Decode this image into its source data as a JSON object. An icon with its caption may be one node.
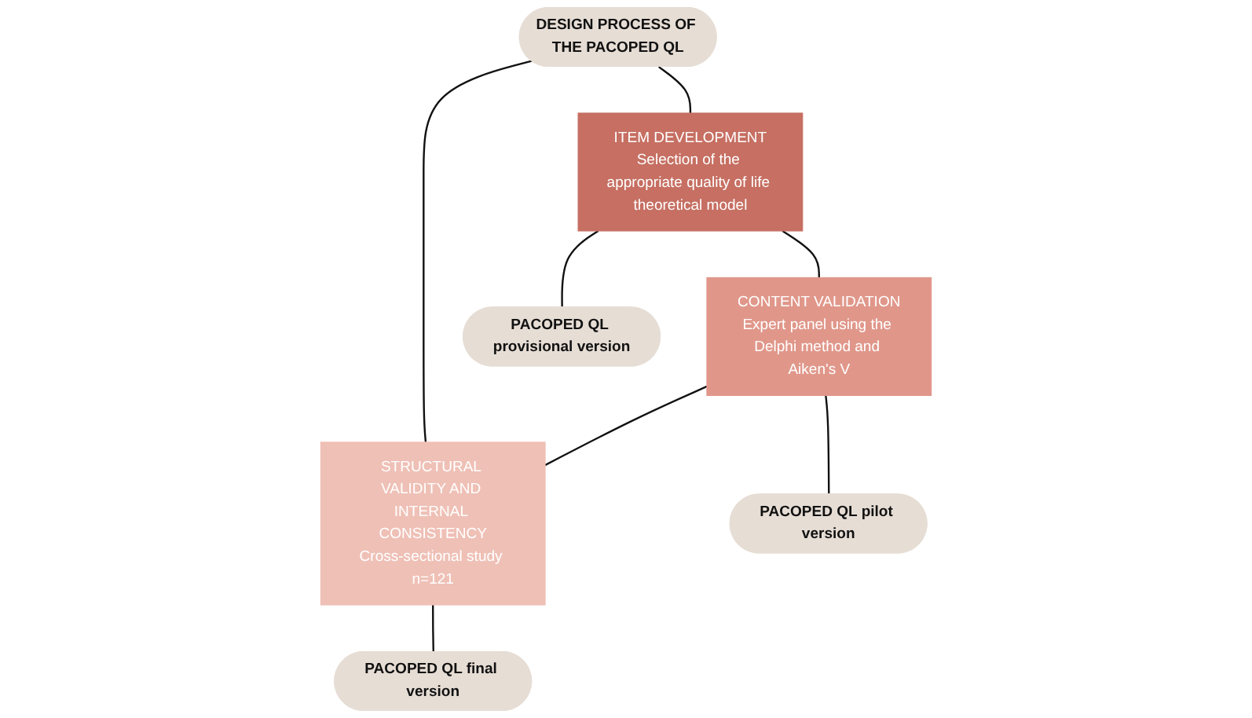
{
  "diagram": {
    "nodes": [
      {
        "text": [
          "DESIGN PROCESS OF THE PACOPED QL"
        ]
      },
      {
        "text": [
          "ITEM DEVELOPMENT",
          "Selection of the appropriate quality of life theoretical model"
        ]
      },
      {
        "text": [
          "CONTENT VALIDATION",
          "Expert panel using the Delphi method and Aiken's V"
        ]
      },
      {
        "text": [
          "STRUCTURAL VALIDITY AND INTERNAL CONSISTENCY",
          "Cross-sectional study n=121"
        ]
      },
      {
        "text": [
          "PACOPED QL provisional version"
        ]
      },
      {
        "text": [
          "PACOPED QL pilot version"
        ]
      },
      {
        "text": [
          "PACOPED QL final version"
        ]
      }
    ],
    "edges": [
      {
        "from": 0,
        "to": 1,
        "arrow": "none"
      },
      {
        "from": 0,
        "to": 3,
        "arrow": "none"
      },
      {
        "from": 1,
        "to": 2,
        "arrow": "none"
      },
      {
        "from": 2,
        "to": 3,
        "arrow": "none"
      },
      {
        "from": 1,
        "to": 4,
        "arrow": "none"
      },
      {
        "from": 2,
        "to": 5,
        "arrow": "none"
      },
      {
        "from": 3,
        "to": 6,
        "arrow": "none"
      }
    ]
  }
}
